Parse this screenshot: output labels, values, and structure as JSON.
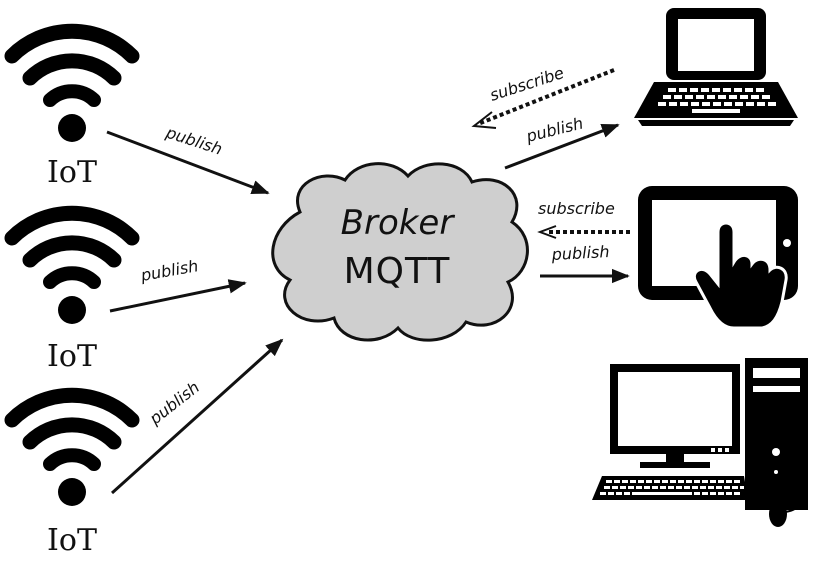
{
  "iot_label": "IoT",
  "broker": {
    "line1": "Broker",
    "line2": "MQTT"
  },
  "labels": {
    "publish": "publish",
    "subscribe": "subscribe"
  },
  "icons": {
    "iot": "wifi-icon",
    "laptop": "laptop-icon",
    "tablet": "tablet-touch-icon",
    "desktop": "desktop-computer-icon"
  },
  "colors": {
    "cloud_fill": "#cfcfcf",
    "stroke": "#111111"
  }
}
